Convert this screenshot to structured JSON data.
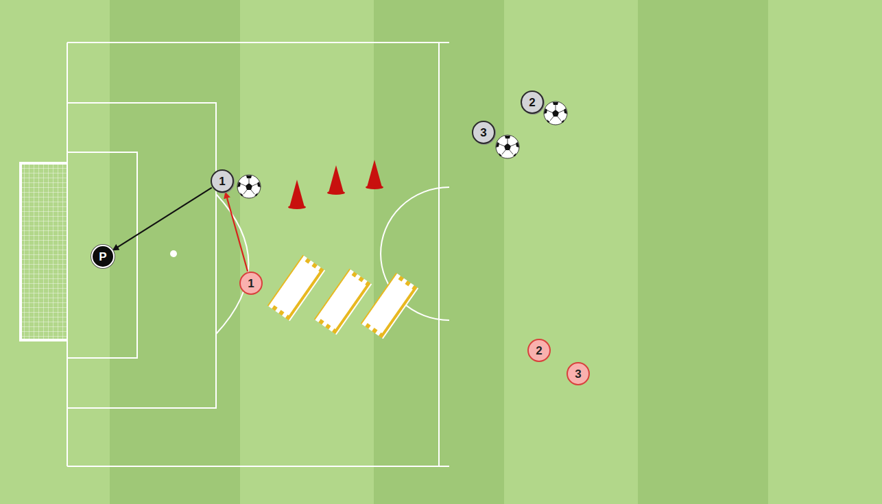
{
  "diagram": {
    "nodes": [
      {
        "text": [
          "1"
        ]
      },
      {
        "text": [
          "2"
        ]
      },
      {
        "text": [
          "3"
        ]
      },
      {
        "text": [
          "P"
        ]
      },
      {
        "text": [
          "1"
        ]
      },
      {
        "text": [
          "2"
        ]
      },
      {
        "text": [
          "3"
        ]
      }
    ],
    "edges": [
      {
        "from": 4,
        "to": 0,
        "arrow": "to"
      },
      {
        "from": 0,
        "to": 3,
        "arrow": "to"
      }
    ]
  }
}
